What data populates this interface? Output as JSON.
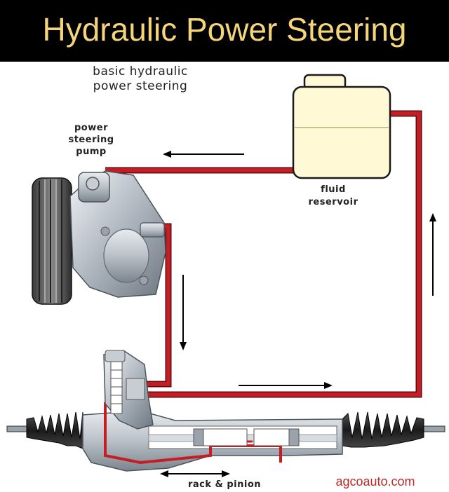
{
  "header": {
    "title": "Hydraulic Power Steering",
    "title_color": "#F5D57A",
    "background_color": "#000000"
  },
  "labels": {
    "subtitle": "basic hydraulic\npower steering",
    "pump": "power\nsteering\npump",
    "reservoir": "fluid\nreservoir",
    "rack": "rack & pinion"
  },
  "brand": {
    "text": "agcoauto.com",
    "color": "#C0282A"
  },
  "colors": {
    "fluid_line": "#C41E24",
    "reservoir_fill": "#FFF9D6",
    "arrow": "#000000"
  },
  "icons": {
    "pump": "power-steering-pump-illustration",
    "reservoir": "fluid-reservoir-illustration",
    "rack": "rack-and-pinion-illustration",
    "arrows": [
      "arrow-left",
      "arrow-down",
      "arrow-right",
      "arrow-up",
      "arrow-left-right"
    ]
  }
}
